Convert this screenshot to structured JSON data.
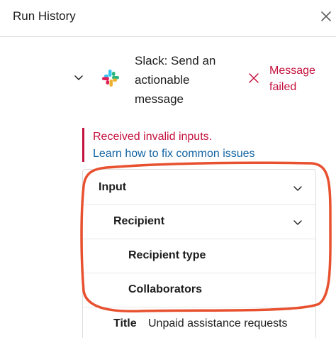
{
  "header": {
    "title": "Run History",
    "close_icon": "close-icon"
  },
  "step": {
    "expand_icon": "chevron-down-icon",
    "app_icon": "slack-logo-icon",
    "title": "Slack: Send an actionable message",
    "status_icon": "x-icon",
    "status": "Message failed",
    "status_color": "#c4103d"
  },
  "error": {
    "message": "Received invalid inputs.",
    "link": "Learn how to fix common issues",
    "message_color": "#c4103d",
    "link_color": "#1264a3"
  },
  "inputs": {
    "section_label": "Input",
    "recipient_label": "Recipient",
    "recipient_type_label": "Recipient type",
    "collaborators_label": "Collaborators",
    "title_label": "Title",
    "title_value": "Unpaid assistance requests"
  },
  "annotation": {
    "color": "#e8512f"
  }
}
